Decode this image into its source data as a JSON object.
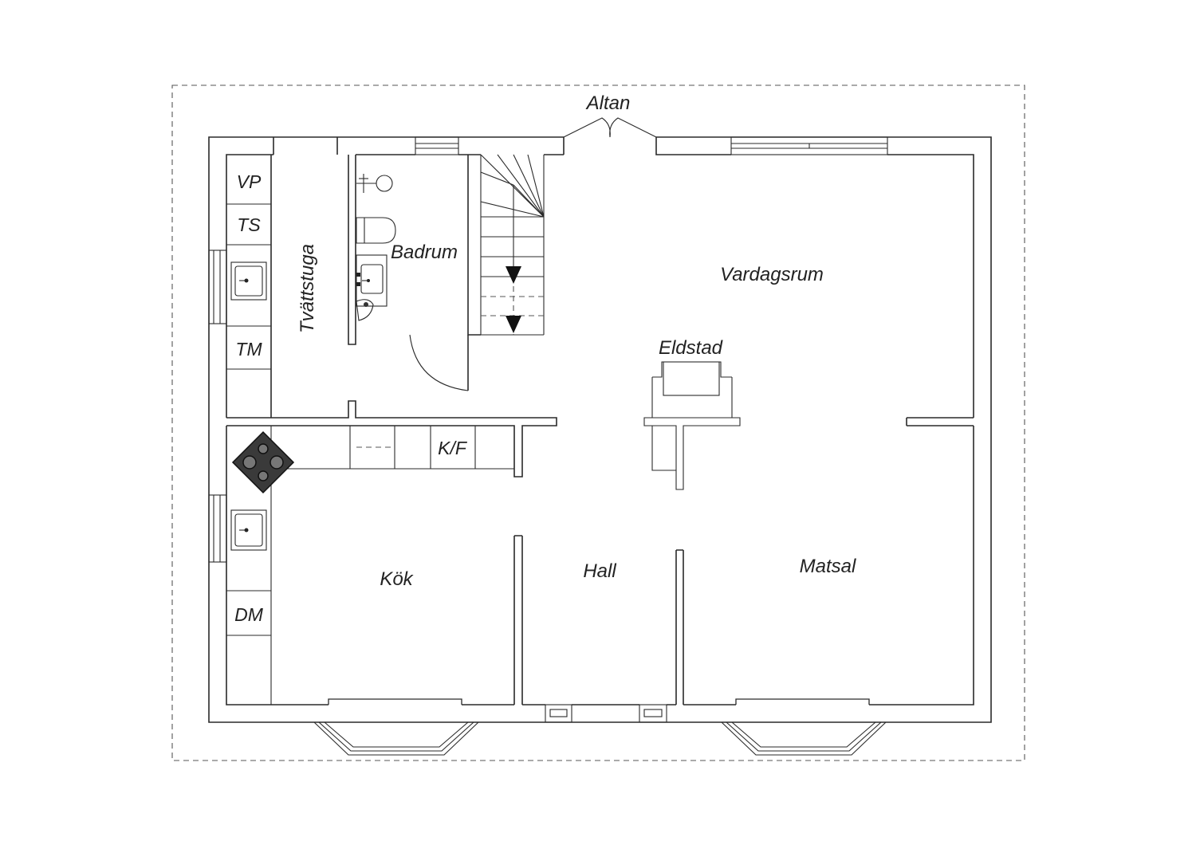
{
  "plan": {
    "exterior_label": "Altan",
    "rooms": {
      "vardagsrum": "Vardagsrum",
      "badrum": "Badrum",
      "tvattstuga": "Tvättstuga",
      "kok": "Kök",
      "hall": "Hall",
      "matsal": "Matsal",
      "eldstad": "Eldstad"
    },
    "appliances": {
      "vp": "VP",
      "ts": "TS",
      "tm": "TM",
      "kf": "K/F",
      "dm": "DM"
    }
  }
}
